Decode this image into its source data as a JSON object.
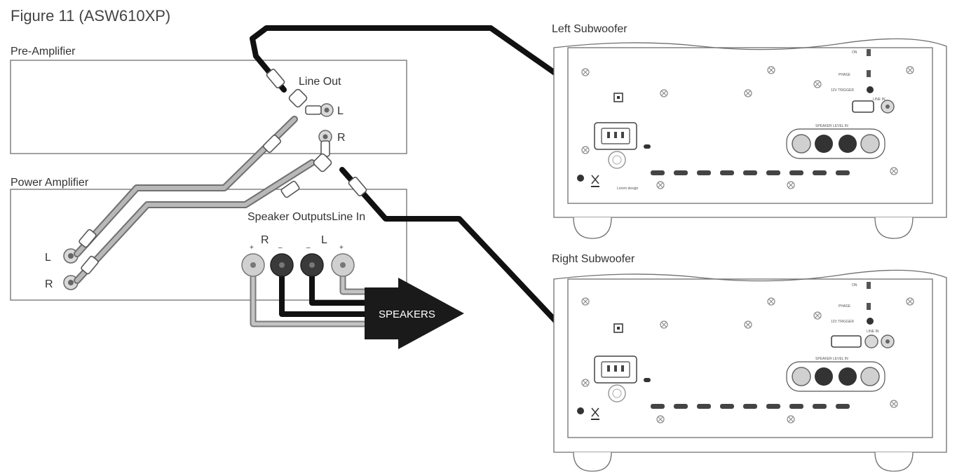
{
  "figure_title": "Figure 11 (ASW610XP)",
  "pre_amplifier": {
    "label": "Pre-Amplifier",
    "line_out_label": "Line Out",
    "l_label": "L",
    "r_label": "R"
  },
  "power_amplifier": {
    "label": "Power Amplifier",
    "speaker_outputs_label": "Speaker Outputs",
    "line_in_label": "Line In",
    "l_label": "L",
    "r_label": "R",
    "terminal_r_label": "R",
    "terminal_l_label": "L",
    "plus_sign": "+",
    "minus_sign": "–"
  },
  "speakers_label": "SPEAKERS",
  "left_subwoofer": {
    "label": "Left Subwoofer"
  },
  "right_subwoofer": {
    "label": "Right Subwoofer"
  },
  "panel_markings": {
    "speaker_level_in": "SPEAKER LEVEL IN",
    "line_in": "LINE IN",
    "phase": "PHASE",
    "on": "ON",
    "twelve_v_trigger": "12V TRIGGER"
  },
  "colors": {
    "cable_black": "#111111",
    "cable_grey": "#8a8a8a",
    "outline": "#6f6f6f",
    "terminal_dark": "#3a3a3a",
    "terminal_light": "#c8c8c8"
  }
}
